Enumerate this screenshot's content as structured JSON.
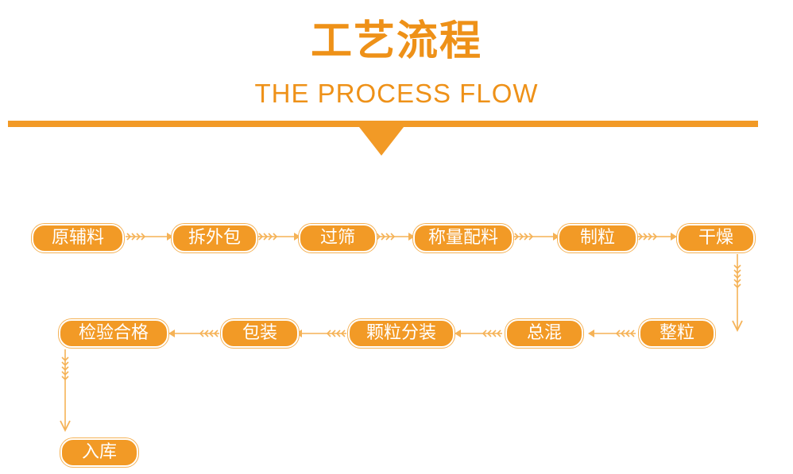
{
  "header": {
    "title": "工艺流程",
    "subtitle": "THE PROCESS FLOW"
  },
  "colors": {
    "accent": "#F29A26",
    "title": "#EE9118",
    "node_text": "#FFFFFF",
    "arrow": "#F5B256"
  },
  "flow": {
    "steps": [
      {
        "label": "原辅料"
      },
      {
        "label": "拆外包"
      },
      {
        "label": "过筛"
      },
      {
        "label": "称量配料"
      },
      {
        "label": "制粒"
      },
      {
        "label": "干燥"
      },
      {
        "label": "整粒"
      },
      {
        "label": "总混"
      },
      {
        "label": "颗粒分装"
      },
      {
        "label": "包装"
      },
      {
        "label": "检验合格"
      },
      {
        "label": "入库"
      }
    ]
  }
}
